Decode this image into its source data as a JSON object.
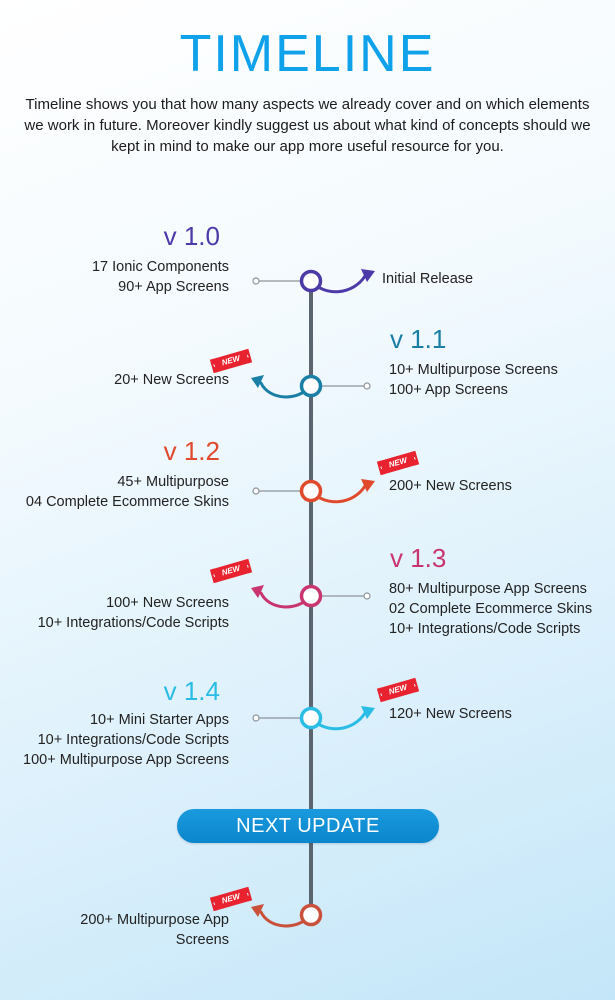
{
  "page": {
    "title": "TIMELINE",
    "intro": "Timeline shows you that how many aspects we already cover and on which elements we work in future. Moreover kindly suggest us about what kind of concepts should we kept in mind to make our app more useful resource for you.",
    "next_update_label": "NEXT UPDATE",
    "new_badge_label": "NEW"
  },
  "versions": [
    {
      "label": "v 1.0",
      "color": "#4b3aa8",
      "side": "left",
      "left_lines": [
        "17 Ionic Components",
        "90+ App Screens"
      ],
      "right_lines": [
        "Initial Release"
      ],
      "new_badge": "none"
    },
    {
      "label": "v 1.1",
      "color": "#1a7fa6",
      "side": "right",
      "left_lines": [
        "20+ New Screens"
      ],
      "right_lines": [
        "10+ Multipurpose Screens",
        "100+ App Screens"
      ],
      "new_badge": "left"
    },
    {
      "label": "v 1.2",
      "color": "#e0492c",
      "side": "left",
      "left_lines": [
        "45+ Multipurpose",
        "04 Complete Ecommerce Skins"
      ],
      "right_lines": [
        "200+ New Screens"
      ],
      "new_badge": "right"
    },
    {
      "label": "v 1.3",
      "color": "#c8356f",
      "side": "right",
      "left_lines": [
        "100+ New Screens",
        "10+ Integrations/Code Scripts"
      ],
      "right_lines": [
        "80+ Multipurpose App Screens",
        "02 Complete Ecommerce Skins",
        "10+ Integrations/Code Scripts"
      ],
      "new_badge": "left"
    },
    {
      "label": "v 1.4",
      "color": "#29bde6",
      "side": "left",
      "left_lines": [
        "10+ Mini Starter Apps",
        "10+ Integrations/Code Scripts",
        "100+ Multipurpose App Screens"
      ],
      "right_lines": [
        "120+ New Screens"
      ],
      "new_badge": "right"
    }
  ],
  "next_update": {
    "color": "#c9503a",
    "left_lines": [
      "200+ Multipurpose App",
      "Screens"
    ],
    "new_badge": "left"
  },
  "colors": {
    "title": "#0fa1ea",
    "axis": "#5a6570",
    "button": "#1190d6"
  }
}
